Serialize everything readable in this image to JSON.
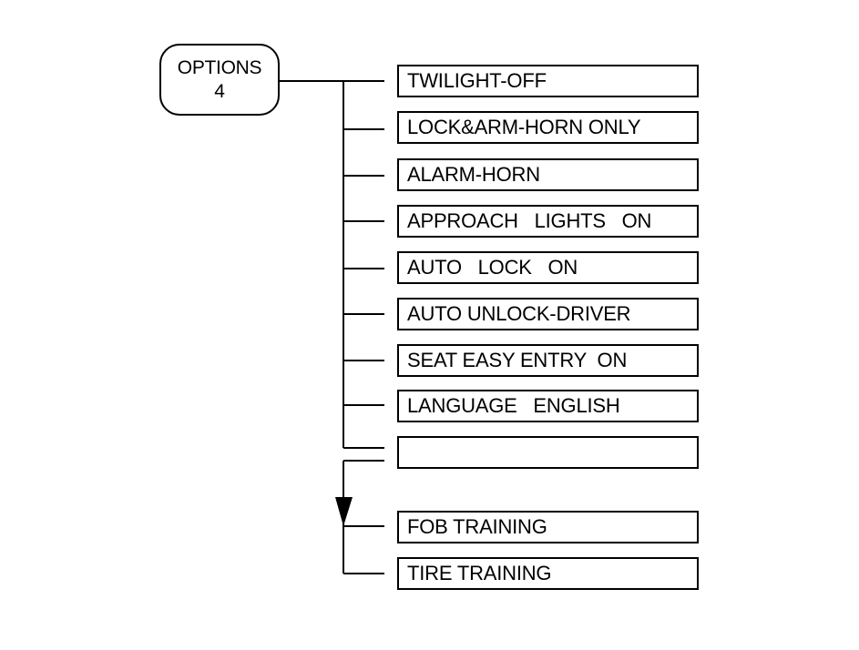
{
  "root": {
    "line1": "OPTIONS",
    "line2": "4"
  },
  "items": [
    "TWILIGHT-OFF",
    "LOCK&ARM-HORN ONLY",
    "ALARM-HORN",
    "APPROACH   LIGHTS   ON",
    "AUTO   LOCK   ON",
    "AUTO UNLOCK-DRIVER",
    "SEAT EASY ENTRY  ON",
    "LANGUAGE   ENGLISH",
    "",
    "FOB TRAINING",
    "TIRE TRAINING"
  ]
}
